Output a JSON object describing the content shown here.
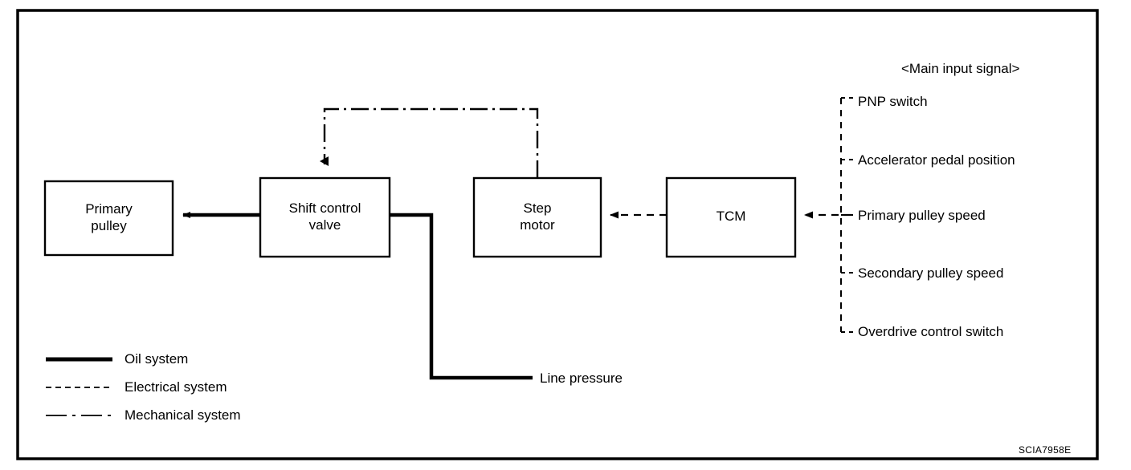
{
  "diagram": {
    "title_note": "<Main input signal>",
    "watermark": "SCIA7958E",
    "blocks": [
      {
        "id": "primary-pulley",
        "label": "Primary\npulley"
      },
      {
        "id": "shift-control-valve",
        "label": "Shift control\nvalve"
      },
      {
        "id": "step-motor",
        "label": "Step\nmotor"
      },
      {
        "id": "tcm",
        "label": "TCM"
      }
    ],
    "input_signals": [
      {
        "label": "PNP switch"
      },
      {
        "label": "Accelerator pedal position"
      },
      {
        "label": "Primary pulley speed"
      },
      {
        "label": "Secondary pulley speed"
      },
      {
        "label": "Overdrive control switch"
      }
    ],
    "annotations": [
      {
        "id": "line-pressure",
        "label": "Line pressure"
      }
    ],
    "legend": [
      {
        "id": "oil-system",
        "label": "Oil system",
        "style": "solid-thick"
      },
      {
        "id": "electrical-system",
        "label": "Electrical system",
        "style": "dashed"
      },
      {
        "id": "mechanical-system",
        "label": "Mechanical system",
        "style": "dash-dot"
      }
    ],
    "colors": {
      "ink": "#000000",
      "paper": "#ffffff"
    }
  }
}
